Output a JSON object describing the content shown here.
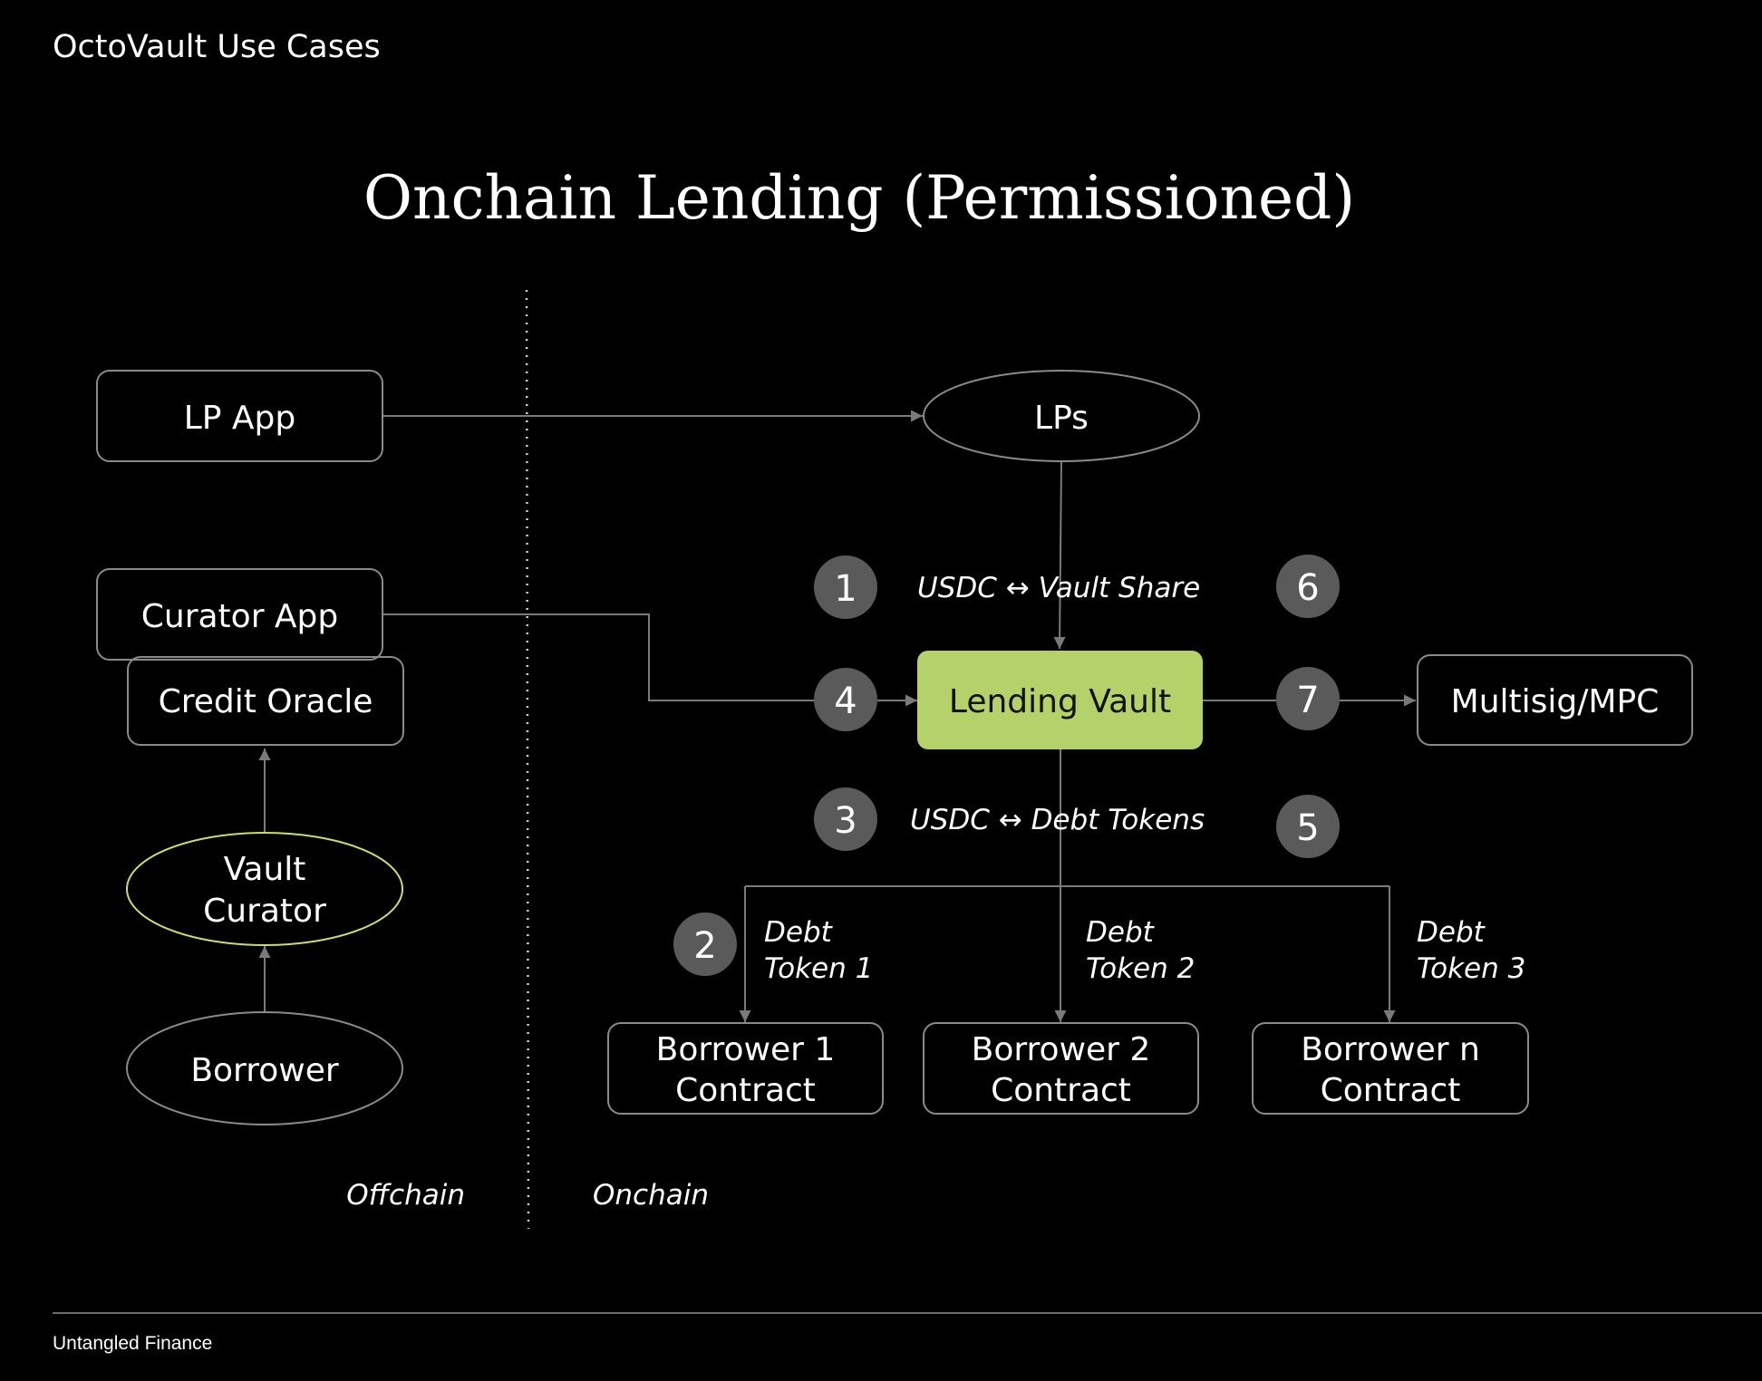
{
  "header": {
    "title": "OctoVault Use Cases"
  },
  "slide": {
    "title": "Onchain Lending (Permissioned)"
  },
  "footer": {
    "company": "Untangled Finance"
  },
  "colors": {
    "background": "#000000",
    "accent_green": "#b5d16a",
    "badge_gray": "#5a5a5a",
    "line_gray": "#7a7a7a"
  },
  "diagram": {
    "nodes": {
      "lp_app": "LP App",
      "lps": "LPs",
      "curator_app": "Curator App",
      "credit_oracle": "Credit Oracle",
      "vault_curator": [
        "Vault",
        "Curator"
      ],
      "borrower": "Borrower",
      "lending_vault": "Lending Vault",
      "multisig": "Multisig/MPC",
      "borrower_1": [
        "Borrower 1",
        "Contract"
      ],
      "borrower_2": [
        "Borrower 2",
        "Contract"
      ],
      "borrower_n": [
        "Borrower n",
        "Contract"
      ]
    },
    "labels": {
      "usdc_vault_share": "USDC ↔ Vault Share",
      "usdc_debt_tokens": "USDC ↔ Debt Tokens",
      "debt_token_1": [
        "Debt",
        "Token 1"
      ],
      "debt_token_2": [
        "Debt",
        "Token 2"
      ],
      "debt_token_3": [
        "Debt",
        "Token 3"
      ]
    },
    "badges": {
      "b1": "1",
      "b2": "2",
      "b3": "3",
      "b4": "4",
      "b5": "5",
      "b6": "6",
      "b7": "7"
    },
    "zones": {
      "offchain": "Offchain",
      "onchain": "Onchain"
    }
  }
}
